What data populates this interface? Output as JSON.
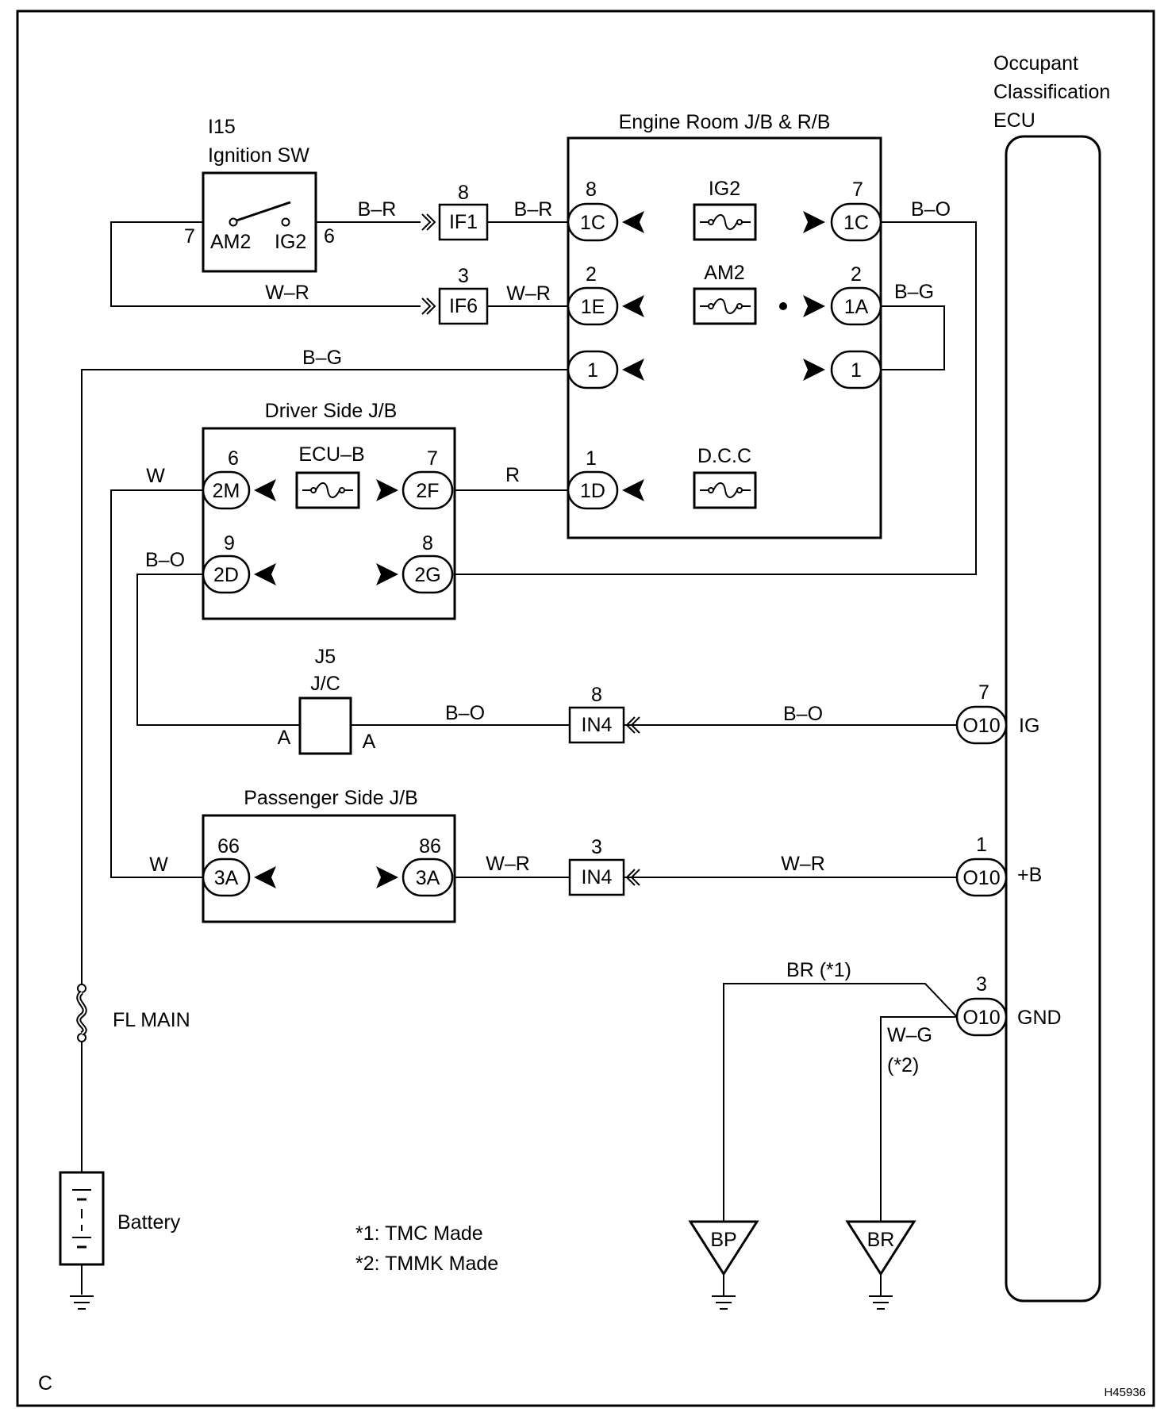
{
  "title_block": {
    "sheet_letter": "C",
    "drawing_id": "H45936"
  },
  "ignition_switch": {
    "code": "I15",
    "name": "Ignition SW",
    "pin_am2": "AM2",
    "pin_ig2": "IG2",
    "pin_7": "7",
    "pin_6": "6"
  },
  "engine_room_jb": {
    "title": "Engine Room J/B & R/B",
    "fuses": [
      "IG2",
      "AM2",
      "D.C.C"
    ],
    "connectors": {
      "left_1c": "1C",
      "left_1c_pin": "8",
      "left_1e": "1E",
      "left_1e_pin": "2",
      "left_1": "1",
      "left_1d": "1D",
      "left_1d_pin": "1",
      "right_1c": "1C",
      "right_1c_pin": "7",
      "right_1a": "1A",
      "right_1a_pin": "2",
      "right_1": "1"
    }
  },
  "inline_connectors": {
    "if1": "IF1",
    "if1_pin": "8",
    "if6": "IF6",
    "if6_pin": "3",
    "in4_top": "IN4",
    "in4_top_pin": "8",
    "in4_bottom": "IN4",
    "in4_bottom_pin": "3"
  },
  "driver_side_jb": {
    "title": "Driver Side J/B",
    "fuse": "ECU–B",
    "c_2m": "2M",
    "c_2m_pin": "6",
    "c_2f": "2F",
    "c_2f_pin": "7",
    "c_2d": "2D",
    "c_2d_pin": "9",
    "c_2g": "2G",
    "c_2g_pin": "8"
  },
  "junction_connector": {
    "code": "J5",
    "name": "J/C",
    "pin_left": "A",
    "pin_right": "A"
  },
  "passenger_side_jb": {
    "title": "Passenger Side J/B",
    "c_left": "3A",
    "c_left_pin": "66",
    "c_right": "3A",
    "c_right_pin": "86"
  },
  "ecu": {
    "title_lines": [
      "Occupant",
      "Classification",
      "ECU"
    ],
    "pins": [
      {
        "connector": "O10",
        "pin": "7",
        "signal": "IG"
      },
      {
        "connector": "O10",
        "pin": "1",
        "signal": "+B"
      },
      {
        "connector": "O10",
        "pin": "3",
        "signal": "GND"
      }
    ]
  },
  "wire_colors": {
    "b_r_1": "B–R",
    "b_r_2": "B–R",
    "w_r_1": "W–R",
    "w_r_2": "W–R",
    "b_o_top": "B–O",
    "b_g_right": "B–G",
    "b_g_main": "B–G",
    "w_top": "W",
    "r": "R",
    "b_o_left": "B–O",
    "b_o_jc": "B–O",
    "b_o_ecu": "B–O",
    "w_bottom": "W",
    "w_r_3": "W–R",
    "w_r_4": "W–R",
    "br": "BR (*1)",
    "w_g": "W–G",
    "w_g_note": "(*2)"
  },
  "fusible_link": "FL MAIN",
  "battery": "Battery",
  "grounds": [
    "BP",
    "BR"
  ],
  "notes": [
    "*1: TMC Made",
    "*2: TMMK Made"
  ]
}
